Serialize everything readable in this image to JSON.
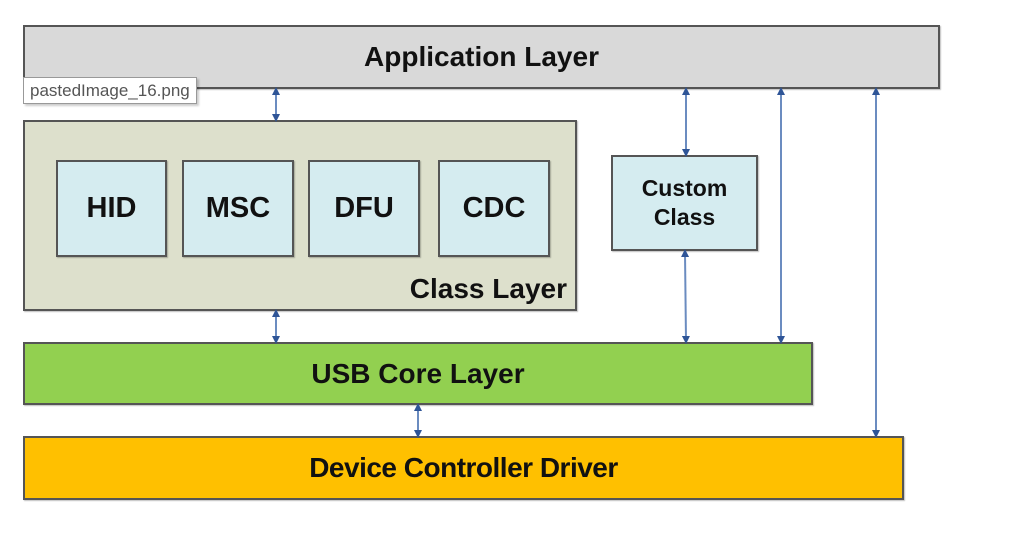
{
  "tooltip": {
    "filename": "pastedImage_16.png"
  },
  "layers": {
    "application": "Application Layer",
    "class": "Class Layer",
    "usb_core": "USB Core Layer",
    "device_controller": "Device Controller Driver"
  },
  "classes": [
    "HID",
    "MSC",
    "DFU",
    "CDC"
  ],
  "custom_class": {
    "line1": "Custom",
    "line2": "Class"
  },
  "colors": {
    "application": "#d9d9d9",
    "class_layer": "#dde0cc",
    "class_box": "#d5ecf0",
    "usb_core": "#92d050",
    "device_controller": "#ffc000",
    "arrow": "#2f5597"
  },
  "connections": [
    {
      "from": "Application Layer",
      "to": "Class Layer",
      "type": "bidirectional"
    },
    {
      "from": "Application Layer",
      "to": "Custom Class",
      "type": "bidirectional"
    },
    {
      "from": "Custom Class",
      "to": "USB Core Layer",
      "type": "bidirectional"
    },
    {
      "from": "Application Layer",
      "to": "USB Core Layer",
      "type": "bidirectional"
    },
    {
      "from": "Application Layer",
      "to": "Device Controller Driver",
      "type": "bidirectional"
    },
    {
      "from": "Class Layer",
      "to": "USB Core Layer",
      "type": "bidirectional"
    },
    {
      "from": "USB Core Layer",
      "to": "Device Controller Driver",
      "type": "bidirectional"
    }
  ]
}
